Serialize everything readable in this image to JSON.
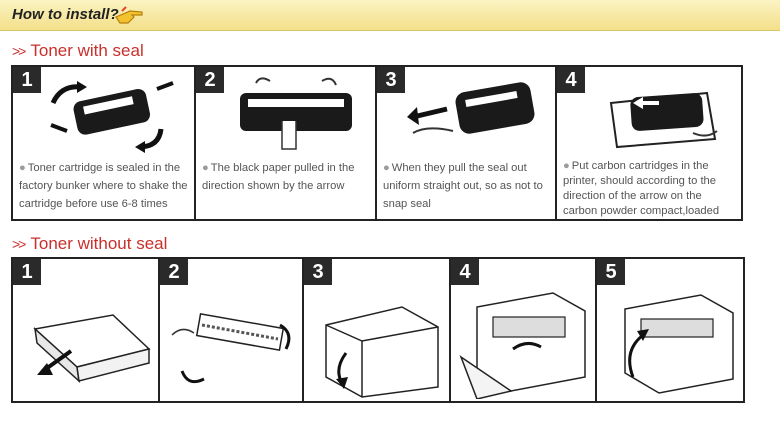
{
  "header": {
    "title": "How to install?",
    "icon": "pointing-hand-icon"
  },
  "sections": [
    {
      "heading": "Toner with seal",
      "steps": [
        {
          "number": "1",
          "caption": "Toner cartridge is sealed in the factory bunker where to shake the cartridge before use 6-8 times"
        },
        {
          "number": "2",
          "caption": "The black paper pulled in the direction shown by the arrow"
        },
        {
          "number": "3",
          "caption": "When they pull the seal out uniform straight out, so as not to snap seal"
        },
        {
          "number": "4",
          "caption": "Put carbon cartridges in the printer, should according to the direction of the arrow on the carbon powder compact,loaded correctly"
        }
      ]
    },
    {
      "heading": "Toner without seal",
      "steps": [
        {
          "number": "1"
        },
        {
          "number": "2"
        },
        {
          "number": "3"
        },
        {
          "number": "4"
        },
        {
          "number": "5"
        }
      ]
    }
  ],
  "colors": {
    "heading_red": "#c9302c",
    "header_yellow": "#f3e08a",
    "border": "#222222"
  }
}
